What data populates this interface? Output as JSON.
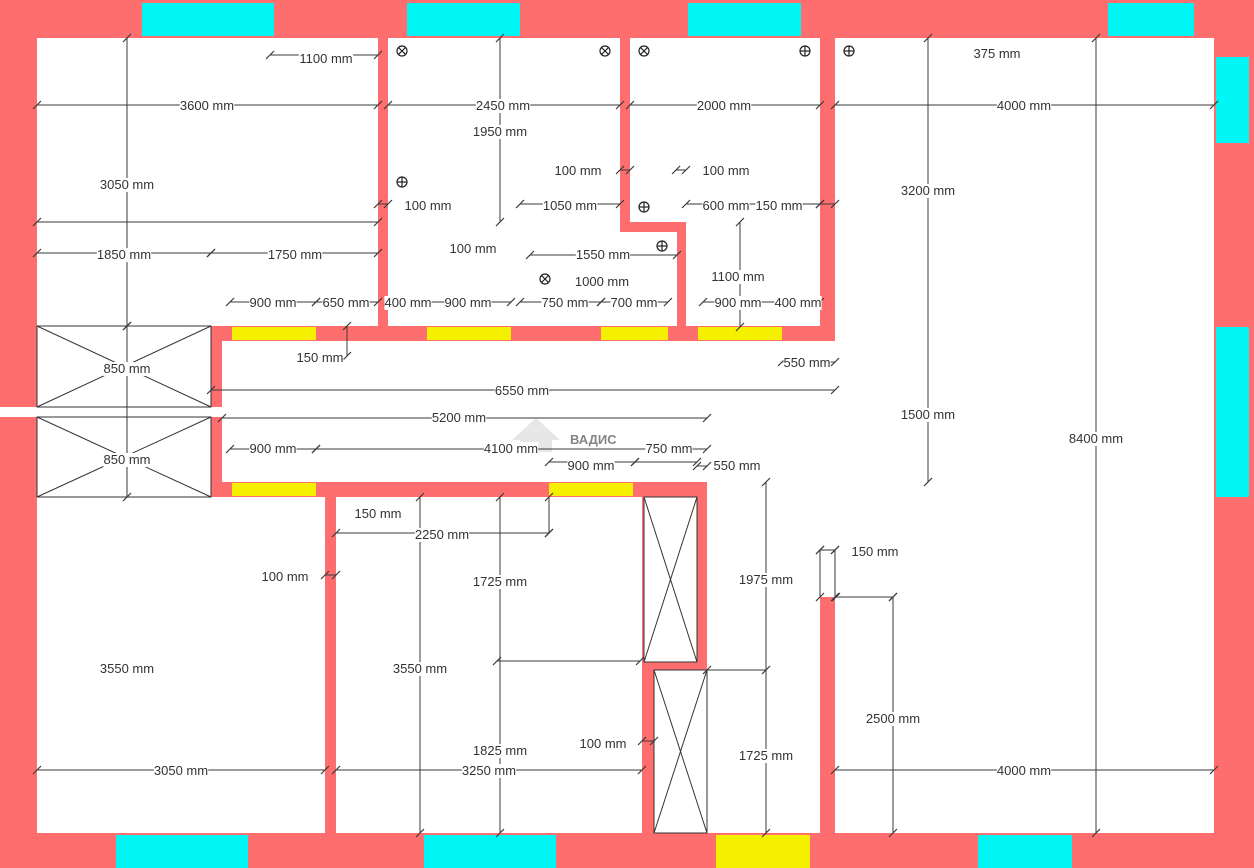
{
  "colors": {
    "wall": "#ff6e6e",
    "window": "#00f5f5",
    "door": "#f5f000",
    "room": "#ffffff",
    "dimension_line": "#3a3a3a"
  },
  "watermark": "ВАДИС",
  "dimension_labels": [
    "1100 mm",
    "375 mm",
    "3600 mm",
    "2450 mm",
    "2000 mm",
    "4000 mm",
    "1950 mm",
    "3050 mm",
    "3200 mm",
    "100 mm",
    "100 mm",
    "100 mm",
    "1050 mm",
    "600 mm",
    "150 mm",
    "100 mm",
    "1550 mm",
    "1000 mm",
    "1100 mm",
    "1850 mm",
    "1750 mm",
    "900 mm",
    "650 mm",
    "400 mm",
    "900 mm",
    "750 mm",
    "700 mm",
    "900 mm",
    "400 mm",
    "150 mm",
    "550 mm",
    "850 mm",
    "6550 mm",
    "5200 mm",
    "1500 mm",
    "8400 mm",
    "850 mm",
    "900 mm",
    "4100 mm",
    "750 mm",
    "900 mm",
    "550 mm",
    "150 mm",
    "2250 mm",
    "100 mm",
    "1725 mm",
    "1975 mm",
    "150 mm",
    "3550 mm",
    "3550 mm",
    "2500 mm",
    "1825 mm",
    "100 mm",
    "1725 mm",
    "3050 mm",
    "3250 mm",
    "4000 mm"
  ]
}
